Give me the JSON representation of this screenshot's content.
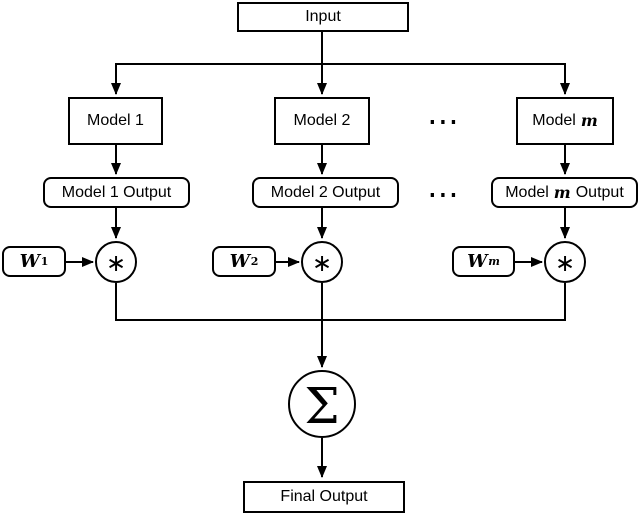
{
  "canvas": {
    "background_color": "#ffffff",
    "line_color": "#000000"
  },
  "diagram": {
    "input_label": "Input",
    "final_output_label": "Final Output",
    "sum_symbol": "Σ",
    "multiply_symbol": "∗",
    "ellipsis": "⋯",
    "columns": [
      {
        "model_label": "Model 1",
        "output_label": "Model 1 Output",
        "weight_base": "W",
        "weight_sub": "1"
      },
      {
        "model_label": "Model 2",
        "output_label": "Model 2 Output",
        "weight_base": "W",
        "weight_sub": "2"
      },
      {
        "model_prefix": "Model",
        "model_var": "m",
        "output_prefix": "Model",
        "output_var": "m",
        "output_suffix": "Output",
        "weight_base": "W",
        "weight_sub": "m"
      }
    ]
  }
}
